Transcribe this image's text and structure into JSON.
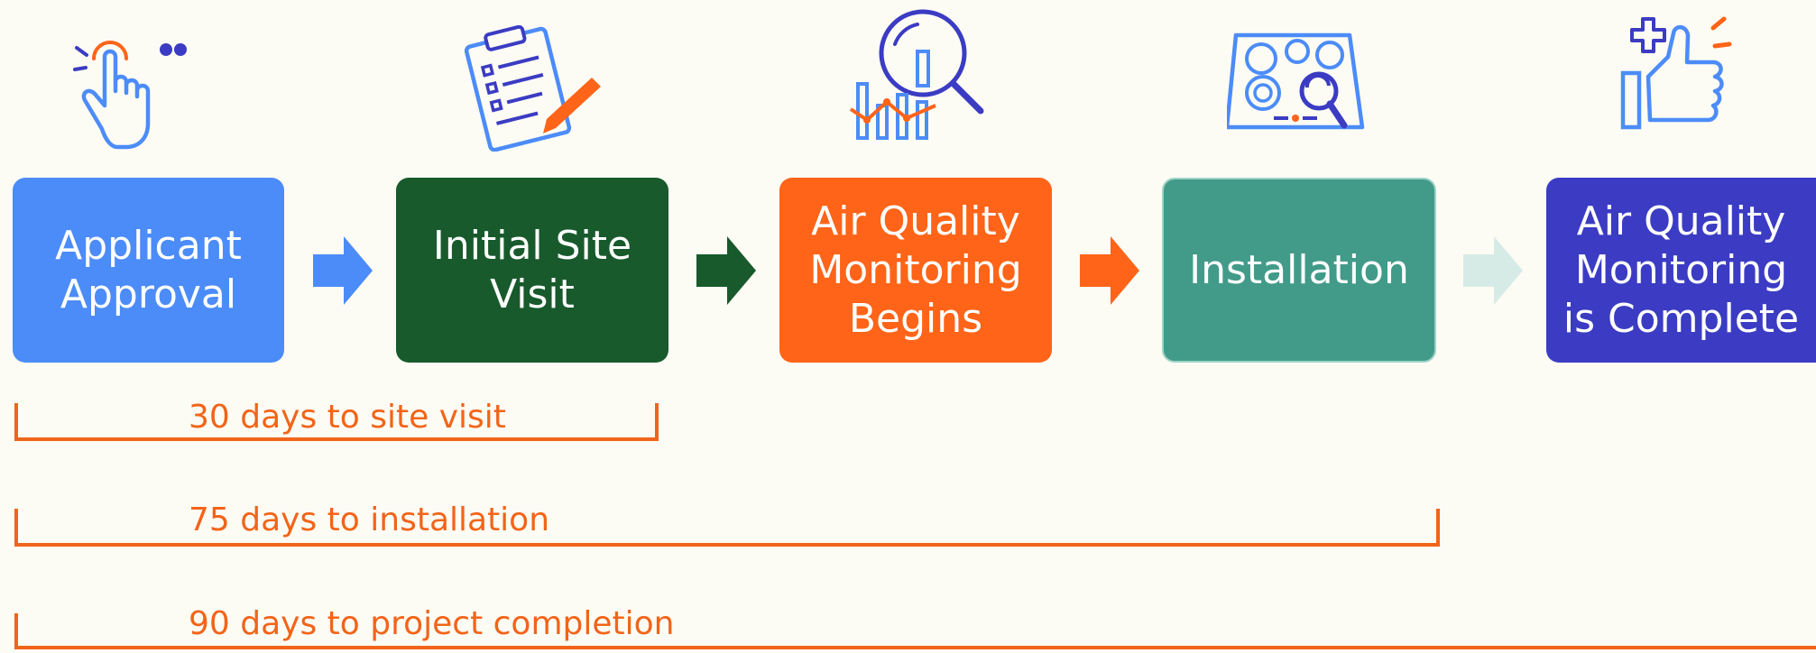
{
  "steps": [
    {
      "label": "Applicant\nApproval",
      "color": "#4c8cf8",
      "icon": "tap-hand-icon"
    },
    {
      "label": "Initial Site\nVisit",
      "color": "#185a2c",
      "icon": "clipboard-checklist-icon"
    },
    {
      "label": "Air Quality\nMonitoring\nBegins",
      "color": "#ff6418",
      "icon": "magnifier-chart-icon"
    },
    {
      "label": "Installation",
      "color": "#429b89",
      "icon": "stove-inspection-icon"
    },
    {
      "label": "Air Quality\nMonitoring\nis Complete",
      "color": "#3b3cc3",
      "icon": "thumbs-up-icon"
    }
  ],
  "arrows": [
    "#4c8cf8",
    "#185a2c",
    "#ff6418",
    "#d6ebe6"
  ],
  "timelines": [
    {
      "label": "30 days to site visit"
    },
    {
      "label": "75 days to installation"
    },
    {
      "label": "90 days to project completion"
    }
  ],
  "colors": {
    "background": "#fdfcf4",
    "bracket": "#f26419",
    "icon_blue": "#4c8cf8",
    "icon_indigo": "#3b3cc3",
    "icon_orange": "#ff6418"
  }
}
